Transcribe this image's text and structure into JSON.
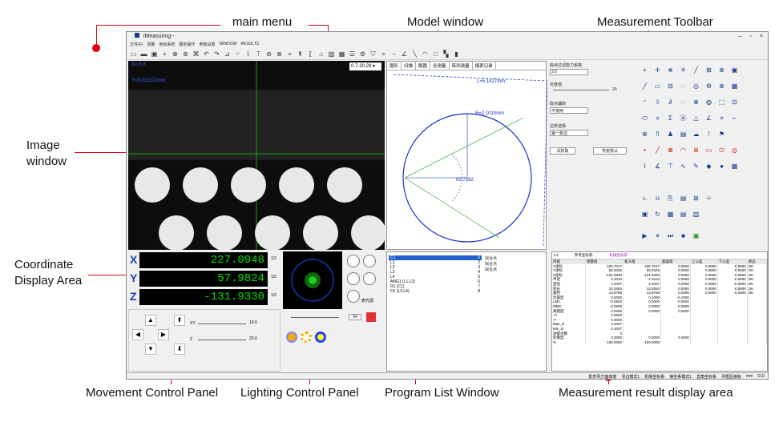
{
  "annotations": {
    "main_menu": "main menu",
    "model_window": "Model window",
    "measurement_toolbar": "Measurement Toolbar",
    "image_window_1": "Image",
    "image_window_2": "window",
    "coordinate_display_1": "Coordinate",
    "coordinate_display_2": "Display Area",
    "movement_panel": "Movement Control Panel",
    "lighting_panel": "Lighting Control Panel",
    "program_list": "Program List Window",
    "result_area": "Measurement result display area"
  },
  "app": {
    "title": "iMeasuring--",
    "menu": [
      "文件(F)",
      "测量",
      "坐标系统",
      "图形操作",
      "参数设置",
      "WINDOW",
      "RESULTS"
    ],
    "window_controls": [
      "–",
      "▫",
      "×"
    ]
  },
  "image_window": {
    "zoom": "0.7-20.29",
    "coord_x": "X=-5.8 ",
    "coord_y": "Y=0.012222mm"
  },
  "model_window": {
    "tabs": [
      "图形",
      "扫描",
      "路图",
      "全测量",
      "阵列测量",
      "报表记录"
    ],
    "dim_length": "L=5.1427mm",
    "dim_radius": "R=2.1010mm",
    "dim_angle": "63.7392."
  },
  "controls": {
    "section1": "取点过滤能力系数",
    "value1": "3.0",
    "section2": "灰度值",
    "gray_value": "20",
    "section3": "取点辅助",
    "value3": "不使用",
    "section4": "边界选择",
    "value4": "第一条边",
    "btn_test": "试抓取",
    "btn_restore": "恢复默认"
  },
  "coordinates": {
    "x_label": "X",
    "x_value": "227.0948",
    "y_label": "Y",
    "y_value": "57.9824",
    "z_label": "Z",
    "z_value": "-131.9330",
    "half": "1/2"
  },
  "movement": {
    "xy_label": "XY",
    "xy_value": "10.0",
    "z_label": "Z",
    "z_value": "20.0"
  },
  "lighting": {
    "slider_value": "54",
    "label": "表光源"
  },
  "program_list": {
    "items": [
      {
        "name": "C1",
        "num": "0"
      },
      {
        "name": "L1",
        "num": "2"
      },
      {
        "name": "L2",
        "num": "3"
      },
      {
        "name": "L3",
        "num": "4"
      },
      {
        "name": "L4",
        "num": "5"
      },
      {
        "name": "ANG1 (L1,L2)",
        "num": "6"
      },
      {
        "name": "R1 (C1)",
        "num": "7"
      },
      {
        "name": "D1 (L3,L4)",
        "num": "8"
      }
    ],
    "right_items": [
      "拟合点",
      "拟合点",
      "拟合点"
    ]
  },
  "results": {
    "feature": "C1",
    "ref1": "参考坐标系:",
    "ref2": "机械坐标系",
    "headers": [
      "内容",
      "测量值",
      "名义值",
      "超差值",
      "上公差",
      "下公差",
      "状态"
    ],
    "rows": [
      [
        "X坐标",
        "226.7017",
        "226.7017",
        "0.0000",
        "0.0500",
        "-0.0500",
        "OK"
      ],
      [
        "Y坐标",
        "56.9426",
        "56.9426",
        "0.0000",
        "0.0500",
        "-0.0500",
        "OK"
      ],
      [
        "Z坐标",
        "-131.9330",
        "-131.9330",
        "0.0000",
        "0.0500",
        "-0.0500",
        "OK"
      ],
      [
        "半径",
        "2.1010",
        "2.1010",
        "0.0000",
        "0.0500",
        "-0.0500",
        "OK"
      ],
      [
        "直径",
        "4.2037",
        "4.2037",
        "0.0000",
        "0.0500",
        "-0.0500",
        "OK"
      ],
      [
        "周长",
        "13.2063",
        "13.2063",
        "0.0000",
        "0.0500",
        "-0.0500",
        "OK"
      ],
      [
        "面积",
        "13.8788",
        "13.8788",
        "0.0000",
        "0.0500",
        "-0.0500",
        "OK"
      ],
      [
        "位置度",
        "0.0000",
        "0.1000",
        "-0.1000",
        "",
        "",
        ""
      ],
      [
        "LMC",
        "-0.0500",
        "0.0000",
        "-0.0500",
        "",
        "",
        ""
      ],
      [
        "MMC",
        "-0.0500",
        "0.0000",
        "-0.0500",
        "",
        "",
        ""
      ],
      [
        "真圆度",
        "0.0000",
        "0.0000",
        "0.0000",
        "",
        "",
        ""
      ],
      [
        "+T",
        "0.0000",
        "",
        "",
        "",
        "",
        ""
      ],
      [
        "-T",
        "0.0000",
        "",
        "",
        "",
        "",
        ""
      ],
      [
        "Max_D",
        "4.2037",
        "",
        "",
        "",
        "",
        ""
      ],
      [
        "Min_D",
        "4.2037",
        "",
        "",
        "",
        "",
        ""
      ],
      [
        "测量点数",
        "3",
        "",
        "",
        "",
        "",
        ""
      ],
      [
        "轮廓度",
        "0.0000",
        "0.0000",
        "0.0000",
        "",
        "",
        ""
      ],
      [
        "%",
        "100.0000",
        "100.0000",
        "",
        "",
        "",
        ""
      ]
    ]
  },
  "statusbar": [
    "影形列方面高度",
    "寻边模式1",
    "机械坐标系",
    "接坐系模式1",
    "直角坐标系",
    "寻框后接标",
    "mm",
    "D.D"
  ]
}
